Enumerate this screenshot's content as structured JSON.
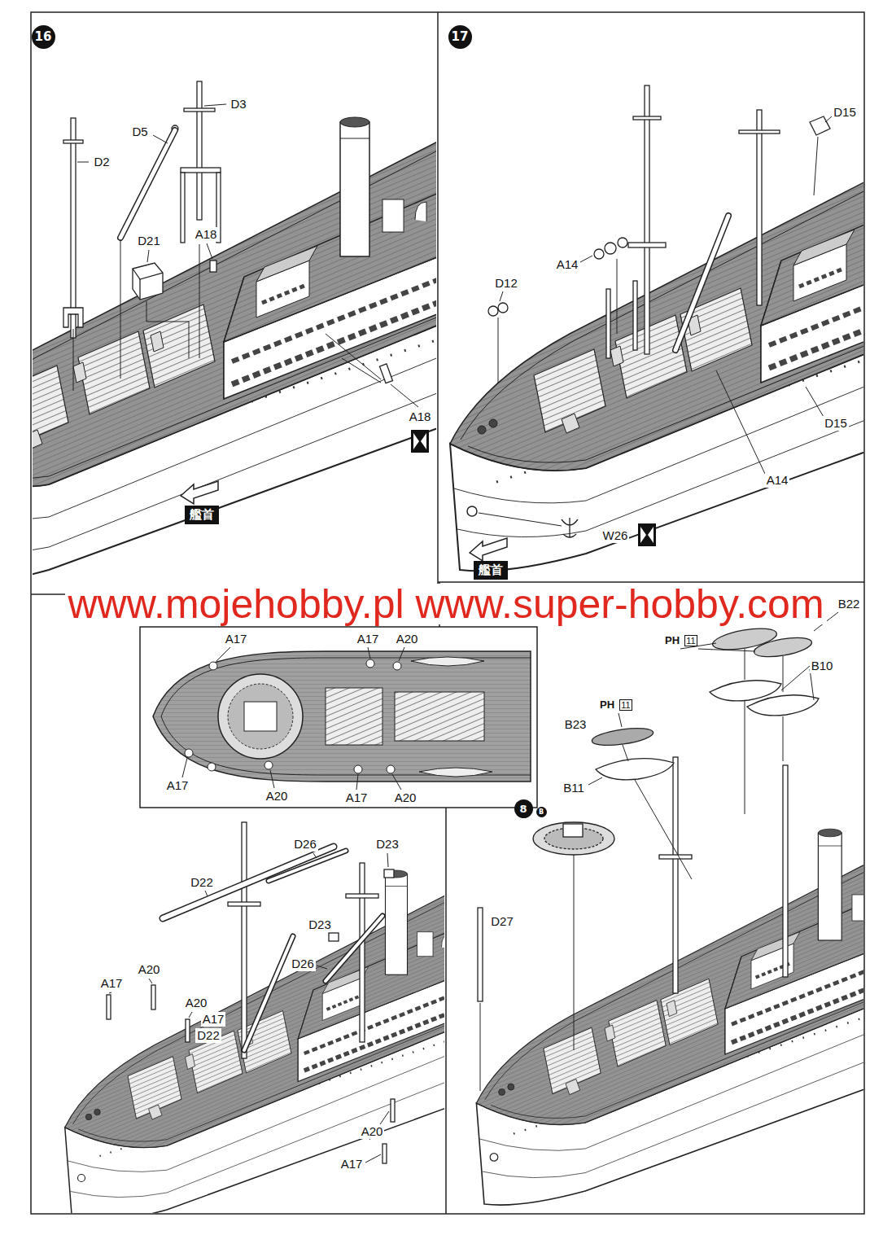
{
  "diagram": {
    "nodes": [
      {
        "text": [
          "16"
        ]
      },
      {
        "text": [
          "17"
        ]
      },
      {
        "text": [
          "艦首"
        ]
      },
      {
        "text": [
          "艦首"
        ]
      },
      {
        "text": [
          "8"
        ]
      },
      {
        "text": [
          "B"
        ]
      }
    ],
    "labels": [
      "D3",
      "D5",
      "D2",
      "D21",
      "A18",
      "A18",
      "D15",
      "A14",
      "D12",
      "D15",
      "A14",
      "W26",
      "www.mojehobby.pl www.super-hobby.com",
      "A17",
      "A17",
      "A20",
      "A17",
      "A20",
      "A17",
      "A20",
      "D26",
      "D23",
      "D22",
      "D23",
      "D26",
      "A20",
      "A17",
      "A20",
      "A17",
      "D22",
      "A20",
      "A17",
      "B22",
      "PH",
      "11",
      "B10",
      "PH",
      "11",
      "B23",
      "B11",
      "D27"
    ]
  }
}
